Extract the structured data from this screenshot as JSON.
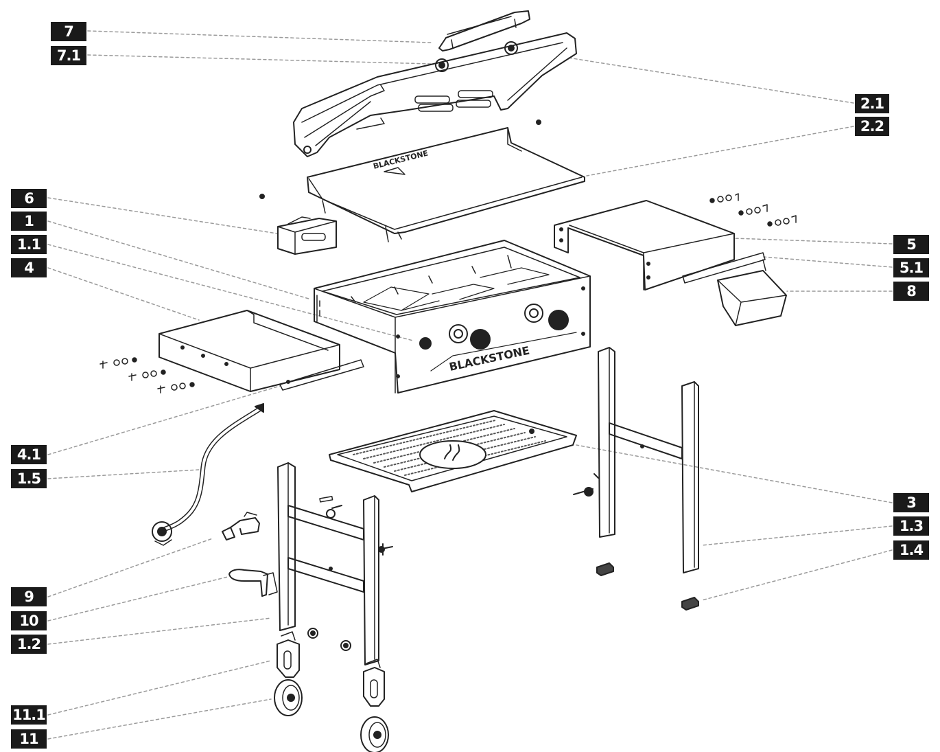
{
  "brand": {
    "name": "BLACKSTONE",
    "lid_mark": "BLACKSTONE"
  },
  "callouts": [
    {
      "id": "7",
      "label": "7"
    },
    {
      "id": "7.1",
      "label": "7.1"
    },
    {
      "id": "2.1",
      "label": "2.1"
    },
    {
      "id": "2.2",
      "label": "2.2"
    },
    {
      "id": "6",
      "label": "6"
    },
    {
      "id": "1",
      "label": "1"
    },
    {
      "id": "1.1",
      "label": "1.1"
    },
    {
      "id": "4",
      "label": "4"
    },
    {
      "id": "5",
      "label": "5"
    },
    {
      "id": "5.1",
      "label": "5.1"
    },
    {
      "id": "8",
      "label": "8"
    },
    {
      "id": "4.1",
      "label": "4.1"
    },
    {
      "id": "1.5",
      "label": "1.5"
    },
    {
      "id": "3",
      "label": "3"
    },
    {
      "id": "1.3",
      "label": "1.3"
    },
    {
      "id": "1.4",
      "label": "1.4"
    },
    {
      "id": "9",
      "label": "9"
    },
    {
      "id": "10",
      "label": "10"
    },
    {
      "id": "1.2",
      "label": "1.2"
    },
    {
      "id": "11.1",
      "label": "11.1"
    },
    {
      "id": "11",
      "label": "11"
    }
  ],
  "colors": {
    "label_bg": "#1a1a1a",
    "label_text": "#ffffff",
    "line": "#222222",
    "leader": "#9a9a9a"
  }
}
